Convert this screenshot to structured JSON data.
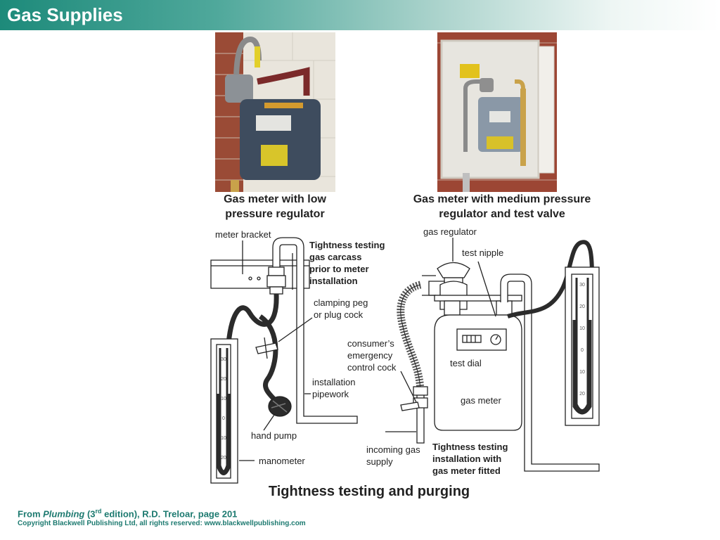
{
  "header": {
    "title": "Gas Supplies"
  },
  "photos": [
    {
      "caption_line1": "Gas meter with low",
      "caption_line2": "pressure regulator"
    },
    {
      "caption_line1": "Gas meter with medium pressure",
      "caption_line2": "regulator and test valve"
    }
  ],
  "labels": {
    "meter_bracket": "meter bracket",
    "tt_carcass_1": "Tightness testing",
    "tt_carcass_2": "gas carcass",
    "tt_carcass_3": "prior to meter",
    "tt_carcass_4": "installation",
    "clamping_1": "clamping peg",
    "clamping_2": "or plug cock",
    "installation_1": "installation",
    "installation_2": "pipework",
    "hand_pump": "hand pump",
    "manometer": "manometer",
    "gas_regulator": "gas regulator",
    "test_nipple": "test nipple",
    "consumer_1": "consumer’s",
    "consumer_2": "emergency",
    "consumer_3": "control cock",
    "test_dial": "test dial",
    "gas_meter": "gas meter",
    "incoming_1": "incoming gas",
    "incoming_2": "supply",
    "tt_install_1": "Tightness testing",
    "tt_install_2": "installation with",
    "tt_install_3": "gas meter fitted"
  },
  "scale_left": [
    "30",
    "20",
    "10",
    "0",
    "10",
    "20"
  ],
  "scale_right": [
    "30",
    "20",
    "10",
    "0",
    "10",
    "20"
  ],
  "diagram_title": "Tightness testing and purging",
  "footer": {
    "from": "From ",
    "book": "Plumbing",
    "edition_pre": " (3",
    "edition_sup": "rd",
    "edition_post": " edition), R.D. Treloar, page 201",
    "copyright": "Copyright Blackwell Publishing Ltd, all rights reserved: www.blackwellpublishing.com"
  }
}
